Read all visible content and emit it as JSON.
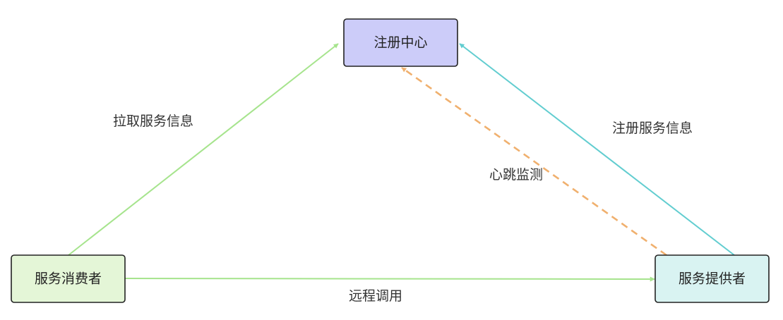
{
  "nodes": {
    "registry": {
      "label": "注册中心",
      "fill": "#ccccf9"
    },
    "consumer": {
      "label": "服务消费者",
      "fill": "#e4f6d7"
    },
    "provider": {
      "label": "服务提供者",
      "fill": "#d9f3f2"
    }
  },
  "edges": {
    "pull": {
      "label": "拉取服务信息",
      "color": "#a6e48d"
    },
    "register": {
      "label": "注册服务信息",
      "color": "#62cdd0"
    },
    "heartbeat": {
      "label": "心跳监测",
      "color": "#f0b06e"
    },
    "rpc": {
      "label": "远程调用",
      "color": "#a6e48d"
    }
  }
}
